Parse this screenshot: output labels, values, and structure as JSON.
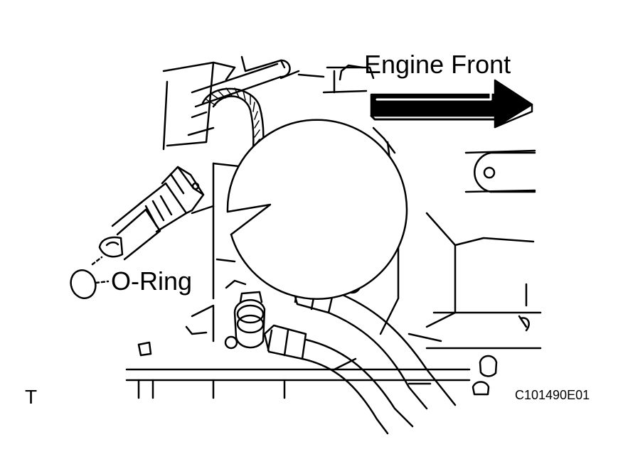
{
  "labels": {
    "engine_front": "Engine Front",
    "o_ring": "O-Ring",
    "corner_mark": "T",
    "illustration_code": "C101490E01"
  },
  "colors": {
    "line": "#000000",
    "background": "#ffffff"
  }
}
